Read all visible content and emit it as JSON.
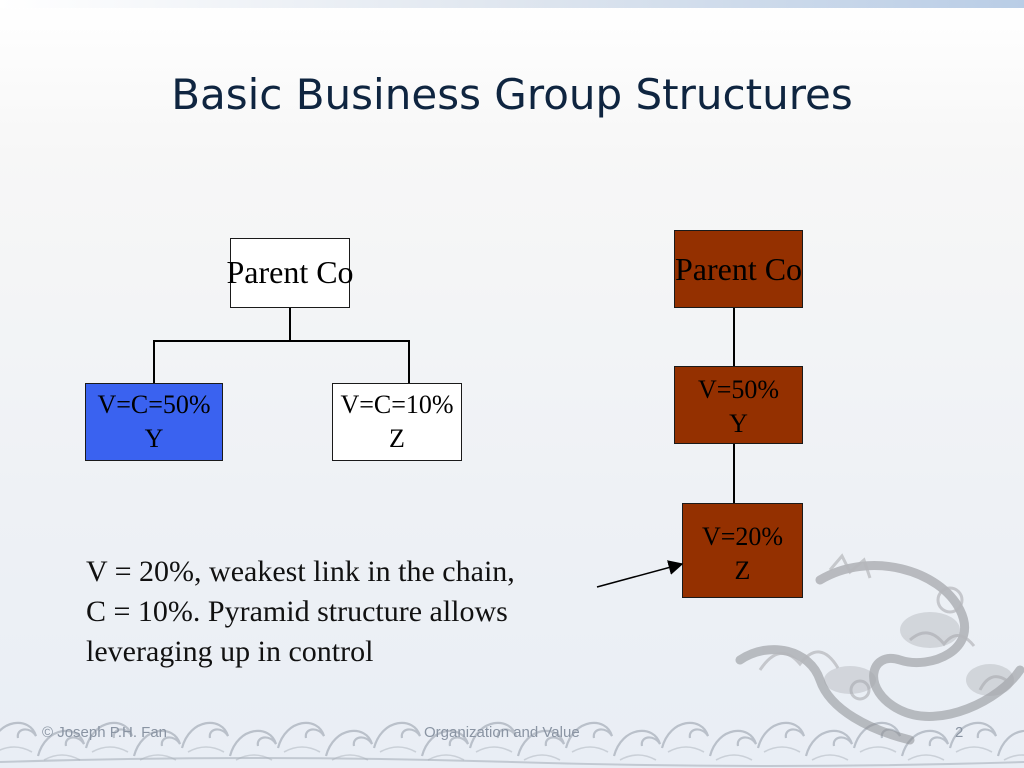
{
  "slide": {
    "title": "Basic Business Group Structures",
    "body_lines": [
      "V = 20%, weakest link in the chain,",
      "C = 10%. Pyramid structure allows",
      "leveraging up in control"
    ],
    "footer_left": "© Joseph P.H. Fan",
    "footer_center": "Organization and Value",
    "footer_right": "2"
  },
  "diagram_left": {
    "parent": {
      "label": "Parent Co",
      "fill": "#ffffff"
    },
    "child_y": {
      "line1": "V=C=50%",
      "line2": "Y",
      "fill": "#3a62f0"
    },
    "child_z": {
      "line1": "V=C=10%",
      "line2": "Z",
      "fill": "#ffffff"
    }
  },
  "diagram_right": {
    "parent": {
      "label": "Parent Co",
      "fill": "#943000"
    },
    "mid": {
      "line1": "V=50%",
      "line2": "Y",
      "fill": "#943000"
    },
    "bottom": {
      "line1": "V=20%",
      "line2": "Z",
      "fill": "#943000"
    }
  }
}
